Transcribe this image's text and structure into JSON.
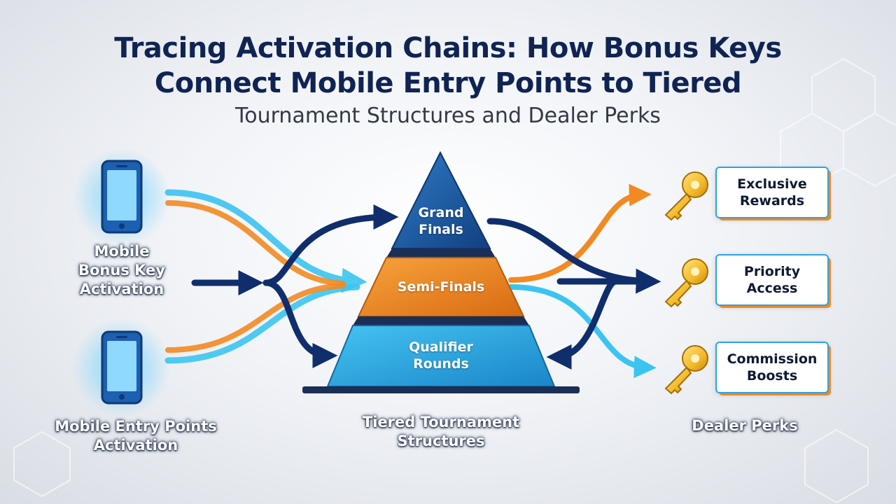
{
  "title": {
    "line1": "Tracing Activation Chains: How Bonus Keys",
    "line2": "Connect Mobile Entry Points to Tiered",
    "subtitle": "Tournament Structures and Dealer Perks"
  },
  "inputs": {
    "top_label": "Mobile\nBonus Key\nActivation",
    "bottom_label": "Mobile Entry Points\nActivation"
  },
  "pyramid": {
    "top": "Grand\nFinals",
    "middle": "Semi-Finals",
    "bottom": "Qualifier\nRounds",
    "label": "Tiered Tournament\nStructures"
  },
  "perks": {
    "items": [
      "Exclusive\nRewards",
      "Priority\nAccess",
      "Commission\nBoosts"
    ],
    "label": "Dealer Perks"
  },
  "colors": {
    "navy": "#0f2452",
    "orange": "#f28a22",
    "cyan": "#3cc4f0",
    "pyramid_top": "#1c5ea8",
    "pyramid_mid": "#f0841e",
    "pyramid_bottom": "#2aa7e0",
    "key_gold": "#f3b928"
  },
  "icons": [
    "smartphone-icon",
    "key-icon",
    "arrow-icon"
  ]
}
